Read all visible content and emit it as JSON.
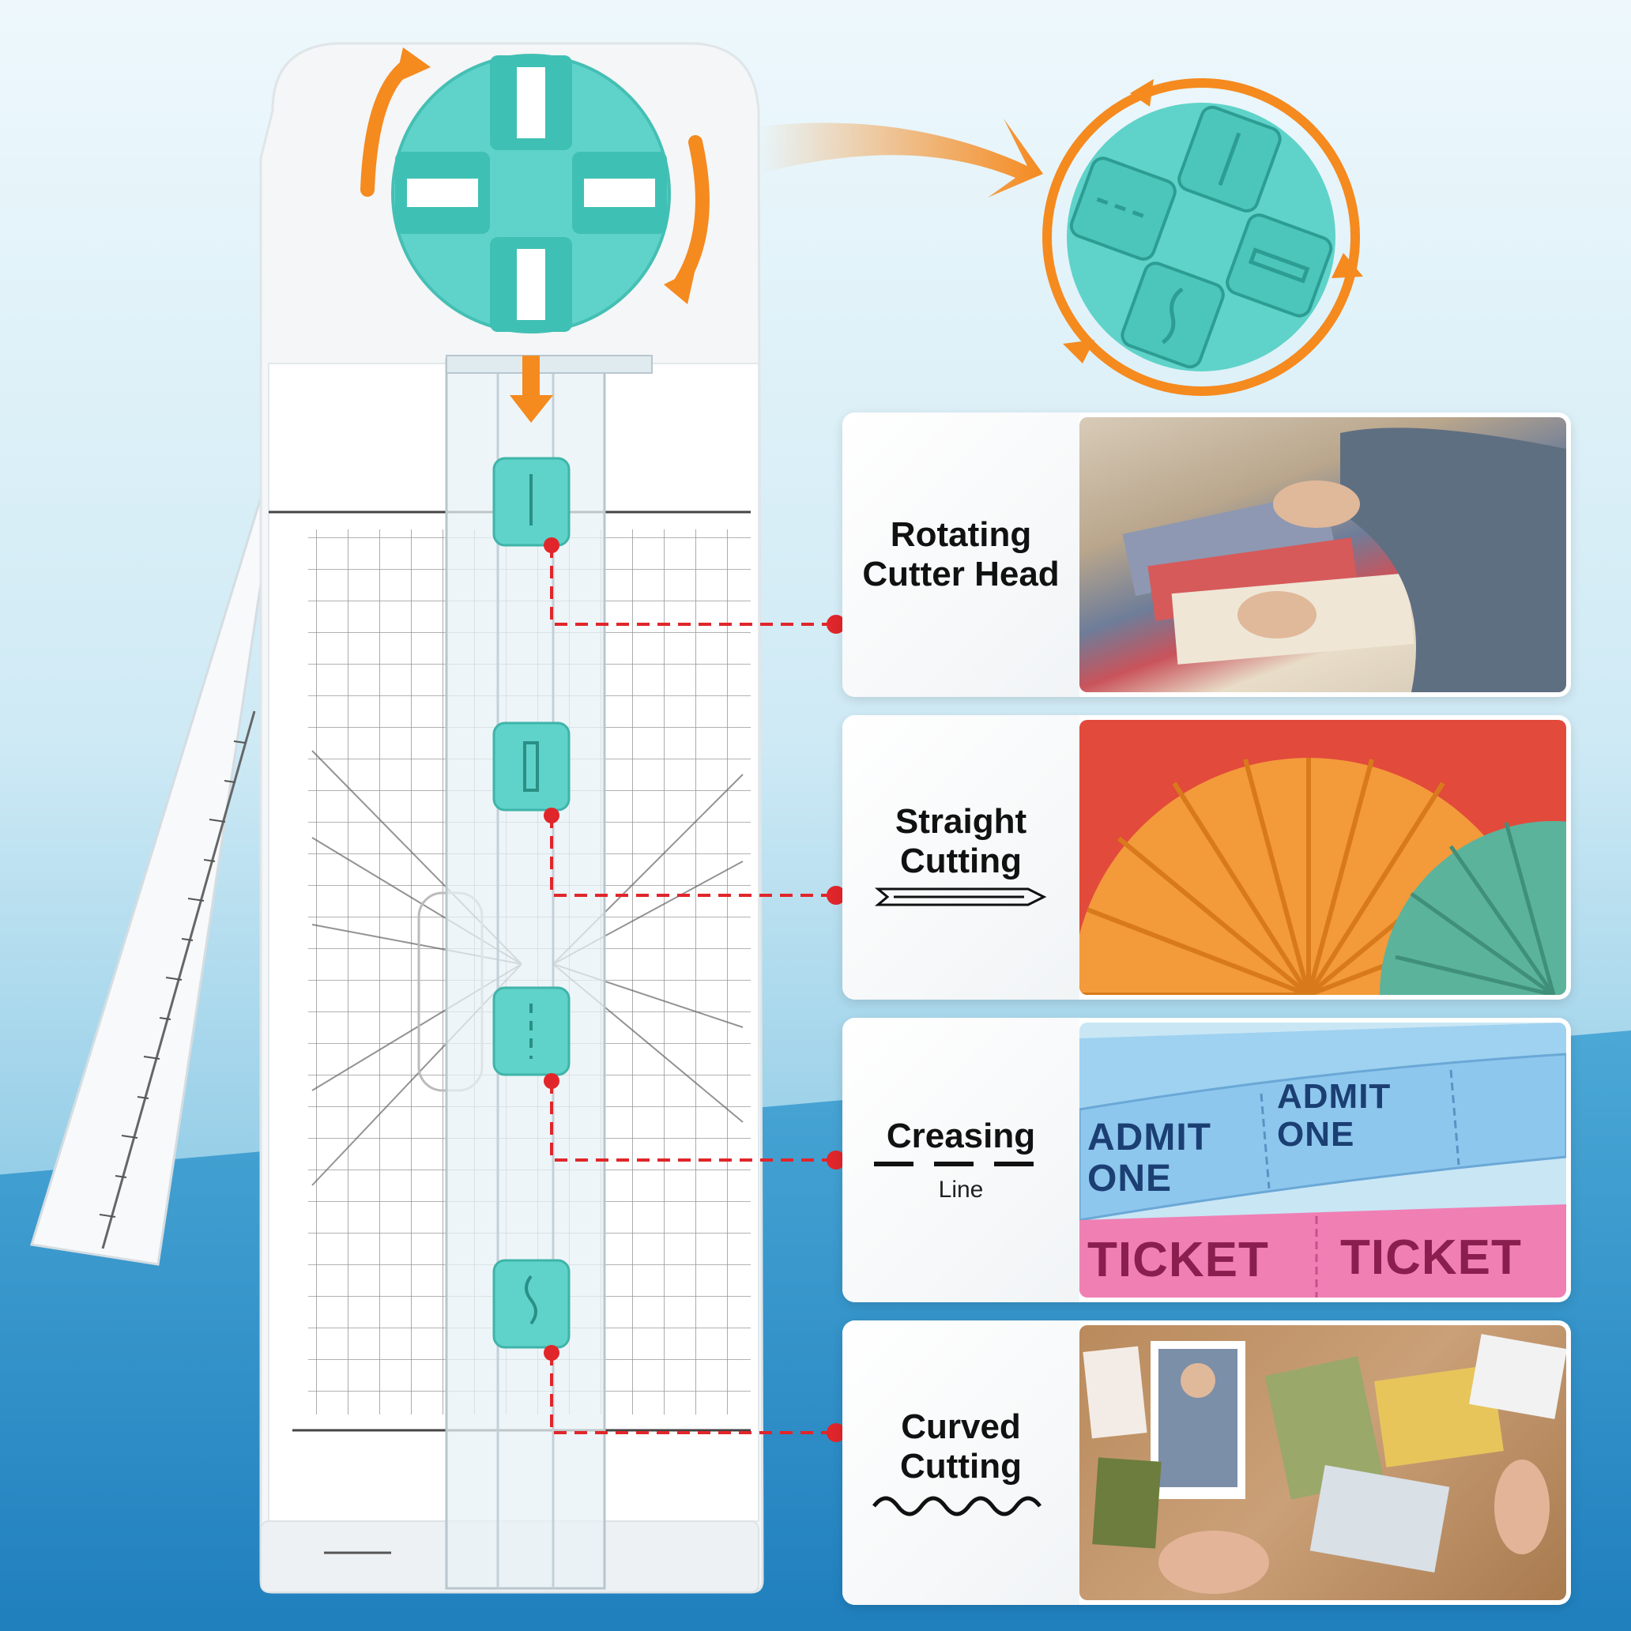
{
  "features": [
    {
      "title": "Rotating\nCutter Head",
      "subtitle": ""
    },
    {
      "title": "Straight\nCutting",
      "subtitle": ""
    },
    {
      "title": "Creasing",
      "subtitle": "Line"
    },
    {
      "title": "Curved\nCutting",
      "subtitle": ""
    }
  ],
  "tickets": {
    "admit_one": "ADMIT ONE",
    "ticket": "TICKET"
  },
  "colors": {
    "accent_teal": "#5fd3c9",
    "arrow_orange": "#f58a1f",
    "callout_red": "#e0262b"
  }
}
